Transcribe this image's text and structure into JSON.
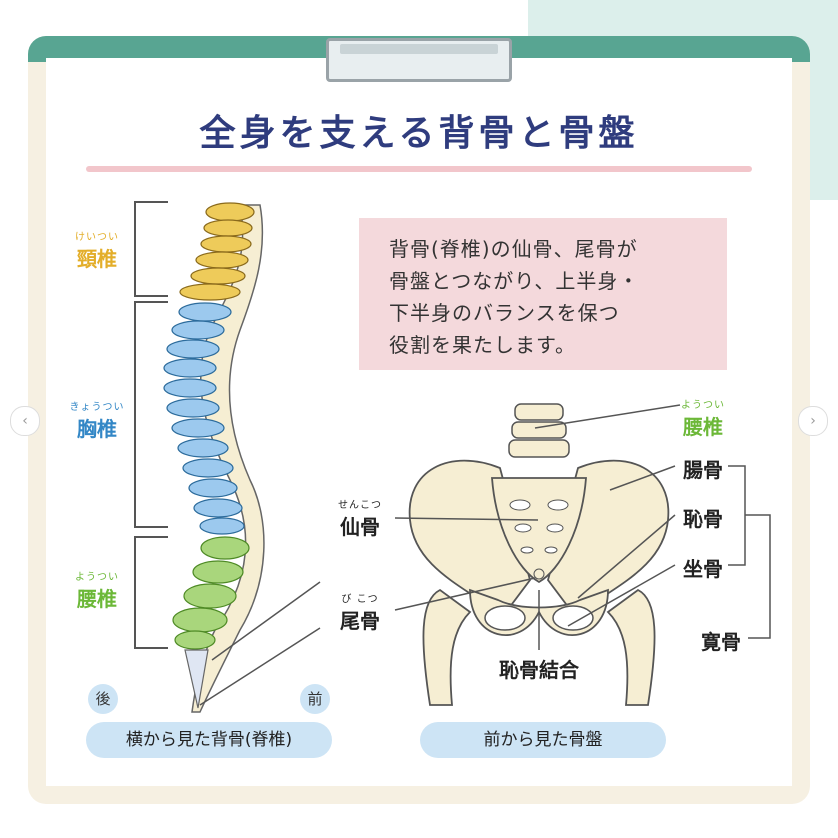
{
  "title": "全身を支える背骨と骨盤",
  "info_lines": [
    "背骨(脊椎)の仙骨、尾骨が",
    "骨盤とつながり、上半身・",
    "下半身のバランスを保つ",
    "役割を果たします。"
  ],
  "spine_labels": {
    "cervical": {
      "ruby": "けいつい",
      "text": "頸椎"
    },
    "thoracic": {
      "ruby": "きょうつい",
      "text": "胸椎"
    },
    "lumbar": {
      "ruby": "ようつい",
      "text": "腰椎"
    }
  },
  "pelvis_labels": {
    "lumbar": {
      "ruby": "ようつい",
      "text": "腰椎"
    },
    "sacrum": {
      "ruby": "せんこつ",
      "text": "仙骨"
    },
    "coccyx": {
      "ruby": "び こつ",
      "text": "尾骨"
    },
    "ilium": "腸骨",
    "pubis": "恥骨",
    "ischium": "坐骨",
    "hip_bone": "寛骨",
    "pubic_symphysis": "恥骨結合"
  },
  "direction": {
    "back": "後",
    "front": "前"
  },
  "captions": {
    "side": "横から見た背骨(脊椎)",
    "front": "前から見た骨盤"
  },
  "colors": {
    "cervical": "#e3ae2a",
    "thoracic": "#3387c6",
    "lumbar": "#6cb838",
    "title": "#2f3c7e",
    "frame": "#58a592",
    "bone": "#f6eed3"
  }
}
